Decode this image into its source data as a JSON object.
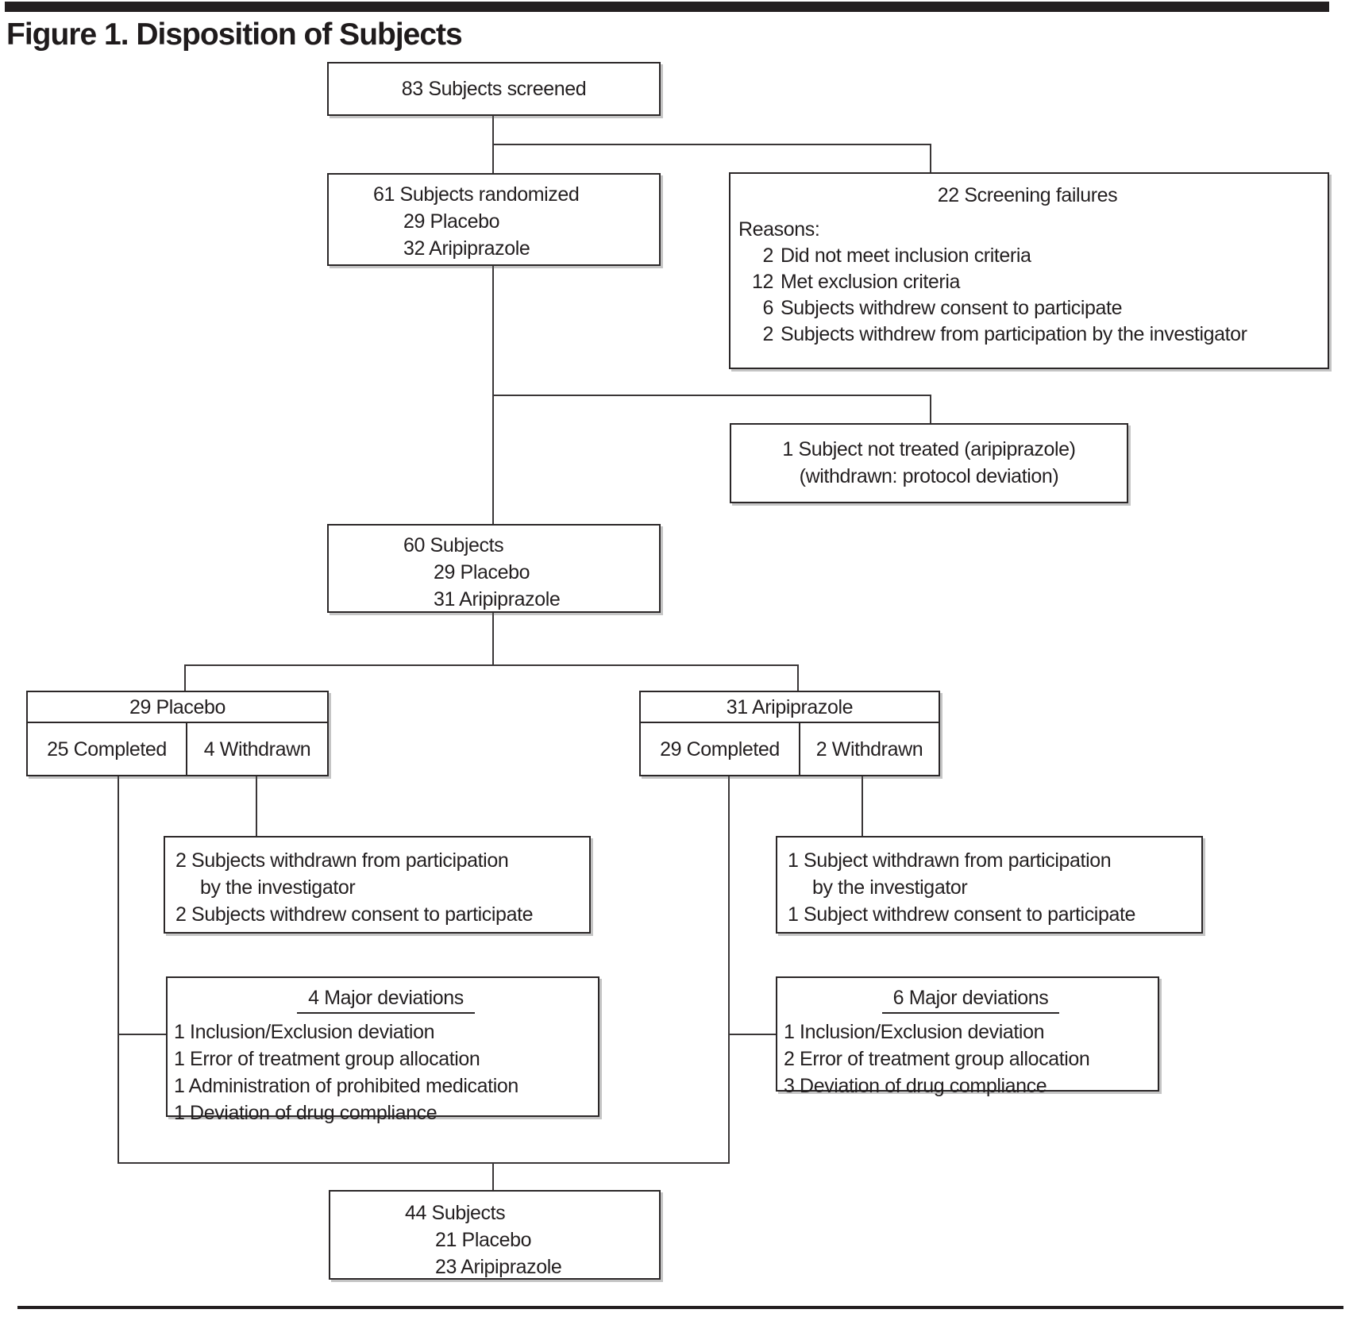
{
  "colors": {
    "ink": "#231f20",
    "box_border": "#2b2728",
    "background": "#ffffff"
  },
  "figure": {
    "title": "Figure 1. Disposition of Subjects"
  },
  "boxes": {
    "screened": {
      "line": "83 Subjects screened"
    },
    "randomized": {
      "main": "61 Subjects randomized",
      "sub1": "29 Placebo",
      "sub2": "32 Aripiprazole"
    },
    "screening_failures": {
      "title": "22 Screening failures",
      "reasons_label": "Reasons:",
      "reasons": [
        {
          "n": "2",
          "text": "Did not meet inclusion criteria"
        },
        {
          "n": "12",
          "text": "Met exclusion criteria"
        },
        {
          "n": "6",
          "text": "Subjects withdrew consent to participate"
        },
        {
          "n": "2",
          "text": "Subjects withdrew from participation by the investigator"
        }
      ]
    },
    "not_treated": {
      "line1": "1 Subject not treated (aripiprazole)",
      "line2": "(withdrawn: protocol deviation)"
    },
    "treated": {
      "main": "60 Subjects",
      "sub1": "29 Placebo",
      "sub2": "31 Aripiprazole"
    },
    "placebo_group": {
      "header": "29 Placebo",
      "completed": "25 Completed",
      "withdrawn": "4 Withdrawn"
    },
    "aripiprazole_group": {
      "header": "31 Aripiprazole",
      "completed": "29 Completed",
      "withdrawn": "2 Withdrawn"
    },
    "placebo_withdrawals": {
      "line1": "2 Subjects withdrawn from participation",
      "line2": "by the investigator",
      "line3": "2 Subjects withdrew consent to participate"
    },
    "aripiprazole_withdrawals": {
      "line1": "1 Subject withdrawn from participation",
      "line2": "by the investigator",
      "line3": "1 Subject withdrew consent to participate"
    },
    "placebo_deviations": {
      "header": "4 Major deviations",
      "items": [
        "1 Inclusion/Exclusion deviation",
        "1 Error of treatment group allocation",
        "1 Administration of prohibited medication",
        "1 Deviation of drug compliance"
      ]
    },
    "aripiprazole_deviations": {
      "header": "6 Major deviations",
      "items": [
        "1 Inclusion/Exclusion deviation",
        "2 Error of treatment group allocation",
        "3 Deviation of drug compliance"
      ]
    },
    "completers": {
      "main": "44 Subjects",
      "sub1": "21 Placebo",
      "sub2": "23 Aripiprazole"
    }
  }
}
